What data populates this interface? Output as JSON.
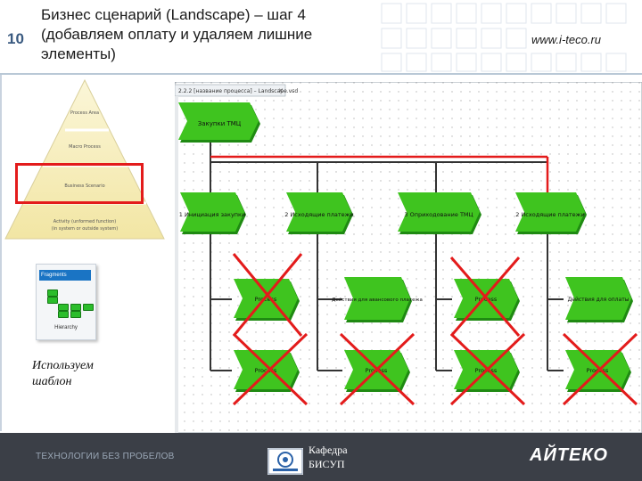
{
  "slide": {
    "number": "10",
    "title_lines": [
      "Бизнес сценарий (Landscape) – шаг 4",
      "(добавляем оплату и удаляем лишние",
      "элементы)"
    ],
    "site": "www.i-teco.ru"
  },
  "pyramid": {
    "levels": [
      "Process Area",
      "Macro Process",
      "Business Scenario",
      "Activity (unformed function)",
      "(in system or outside system)"
    ],
    "highlight_color": "#e31b1b"
  },
  "template_card": {
    "header": "Fragments",
    "footer": "Hierarchy"
  },
  "caption_lines": [
    "Используем",
    "шаблон"
  ],
  "diagram": {
    "tab_label": "2.2.2 [название процесса] – Landscape.vsd",
    "top_node": "Закупки ТМЦ",
    "level2": [
      "1 Инициация закупки",
      "2 Исходящие платежи",
      "3 Оприходование ТМЦ",
      "2 Исходящие платежи"
    ],
    "row3": [
      "Process",
      "Действия для авансового платежа",
      "Process",
      "Действия для оплаты"
    ],
    "row4": [
      "Process",
      "Process",
      "Process",
      "Process"
    ],
    "colors": {
      "node_fill": "#3fc41f",
      "node_shade": "#1f8a12",
      "connector": "#333333",
      "highlight_connector": "#e31b1b",
      "cross": "#e31b1b"
    }
  },
  "footer": {
    "left_text": "ТЕХНОЛОГИИ БЕЗ ПРОБЕЛОВ",
    "kafedra_lines": [
      "Кафедра",
      "БИСУП"
    ],
    "brand": "АЙТЕКО"
  }
}
